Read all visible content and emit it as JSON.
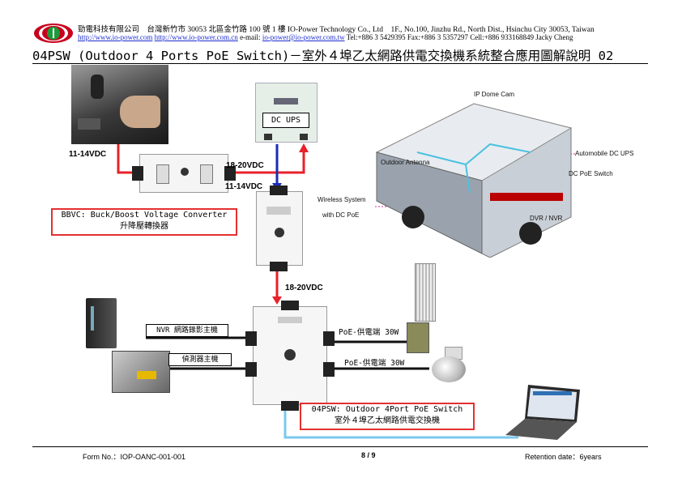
{
  "header": {
    "company_line": "勁電科技有限公司　台灣新竹市 30053 北區金竹路 100 號 1 樓 IO-Power Technology Co., Ltd　1F., No.100, Jinzhu Rd., North Dist., Hsinchu City 30053, Taiwan",
    "link1": "http://www.io-power.com",
    "link2": "http://www.io-power.com.cn",
    "email_label": "e-mail:",
    "email": "io-power@io-power.com.tw",
    "phones": "Tel:+886 3 5429395 Fax:+886 3 5357297 Cell:+886 933168849 Jacky Cheng"
  },
  "title": "04PSW (Outdoor 4 Ports PoE Switch)－室外４埠乙太網路供電交換機系統整合應用圖解說明 02",
  "diagram": {
    "v_in": "11-14VDC",
    "v_ups": "18-20VDC",
    "v_ret": "11-14VDC",
    "v_out": "18-20VDC",
    "dc_ups": "DC UPS",
    "bbvc_line1": "BBVC: Buck/Boost Voltage Converter",
    "bbvc_line2": "升降壓轉換器",
    "nvr": "NVR 網路錄影主機",
    "detector": "偵測器主機",
    "poe1": "PoE-供電端 30W",
    "poe2": "PoE-供電端 30W",
    "psw_line1": "04PSW: Outdoor 4Port PoE Switch",
    "psw_line2": "室外４埠乙太網路供電交換機",
    "bus": {
      "ip_dome": "IP Dome Cam",
      "antenna": "Outdoor Antenna",
      "ups": "Automobile DC UPS",
      "poe_switch": "DC PoE Switch",
      "wireless1": "Wireless System",
      "wireless2": "with DC PoE",
      "dvr": "DVR / NVR"
    }
  },
  "footer": {
    "form_no": "Form No.：IOP-OANC-001-001",
    "page": "8 / 9",
    "retention": "Retention date：6years"
  }
}
